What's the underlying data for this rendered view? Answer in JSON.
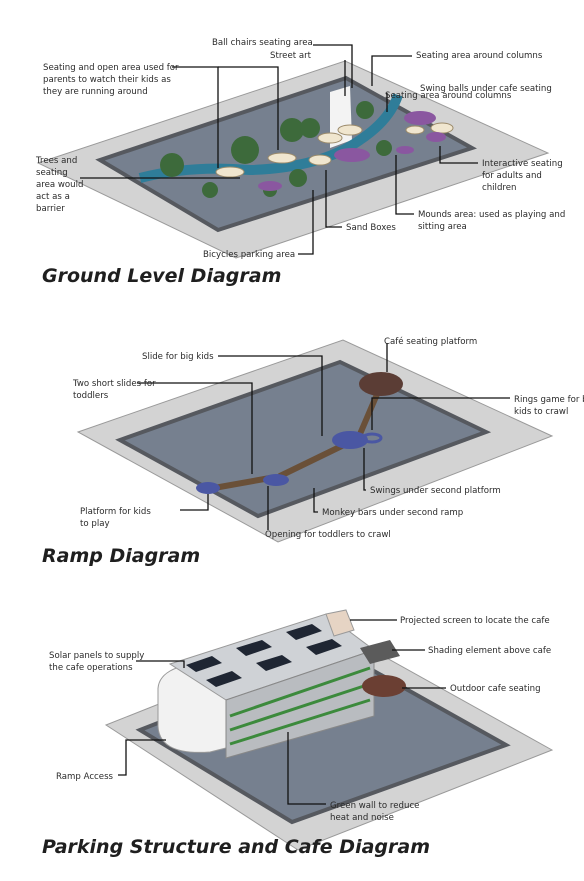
{
  "sections": [
    {
      "title": "Ground Level Diagram",
      "labels": [
        "Ball chairs seating area",
        "Street art",
        "Seating area around columns",
        "Seating and open area used for",
        "parents to watch their kids as",
        "they are running around",
        "Swing balls under cafe seating",
        "Seating area around columns",
        "Trees and",
        "seating",
        "area would",
        "act as a",
        "barrier",
        "Interactive seating",
        "for adults and",
        "children",
        "Mounds area: used as playing and",
        "sitting area",
        "Sand Boxes",
        "Bicycles parking area"
      ]
    },
    {
      "title": "Ramp Diagram",
      "labels": [
        "Café seating platform",
        "Slide for big kids",
        "Two short slides for",
        "toddlers",
        "Rings game for big",
        "kids to crawl",
        "Platform for kids",
        "to play",
        "Swings under second platform",
        "Monkey bars under second ramp",
        "Opening for toddlers to crawl"
      ]
    },
    {
      "title": "Parking Structure and Cafe Diagram",
      "labels": [
        "Projected screen to locate the cafe",
        "Solar panels to supply",
        "the cafe operations",
        "Shading element above cafe",
        "Outdoor cafe seating",
        "Ramp Access",
        "Green wall to reduce",
        "heat and noise"
      ]
    }
  ]
}
